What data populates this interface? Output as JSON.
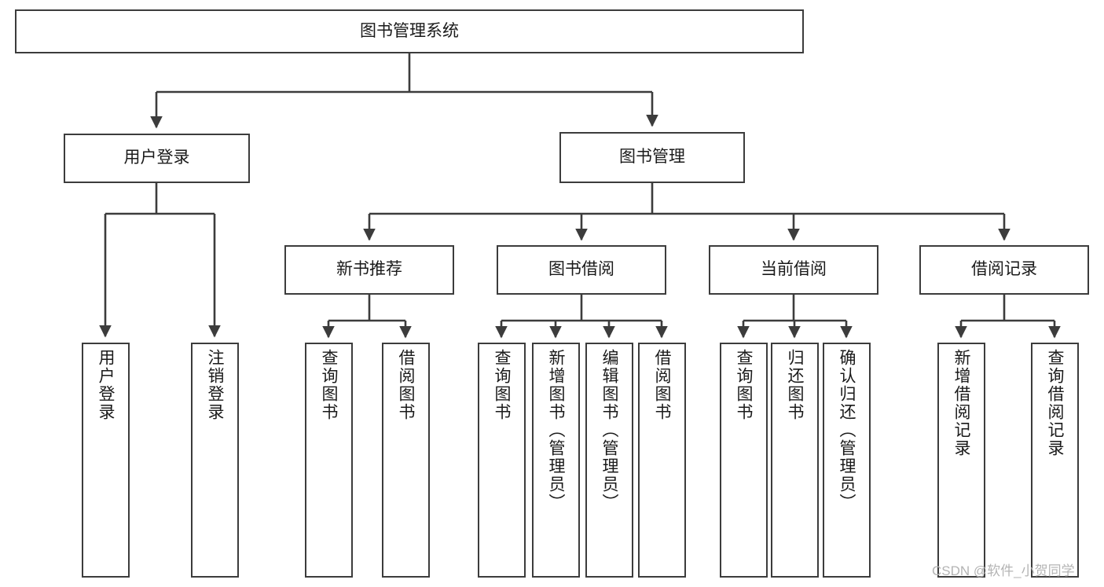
{
  "diagram": {
    "type": "tree-hierarchy",
    "root": {
      "id": "root",
      "label": "图书管理系统"
    },
    "level1": [
      {
        "id": "l1-user-login",
        "label": "用户登录"
      },
      {
        "id": "l1-book-manage",
        "label": "图书管理"
      }
    ],
    "level2": [
      {
        "id": "l2-new-book",
        "label": "新书推荐",
        "parent": "l1-book-manage"
      },
      {
        "id": "l2-borrow",
        "label": "图书借阅",
        "parent": "l1-book-manage"
      },
      {
        "id": "l2-current",
        "label": "当前借阅",
        "parent": "l1-book-manage"
      },
      {
        "id": "l2-record",
        "label": "借阅记录",
        "parent": "l1-book-manage"
      }
    ],
    "leaves": [
      {
        "id": "leaf-1",
        "label": "用户登录",
        "parent": "l1-user-login"
      },
      {
        "id": "leaf-2",
        "label": "注销登录",
        "parent": "l1-user-login"
      },
      {
        "id": "leaf-3",
        "label": "查询图书",
        "parent": "l2-new-book"
      },
      {
        "id": "leaf-4",
        "label": "借阅图书",
        "parent": "l2-new-book"
      },
      {
        "id": "leaf-5",
        "label": "查询图书",
        "parent": "l2-borrow"
      },
      {
        "id": "leaf-6",
        "label": "新增图书（管理员）",
        "parent": "l2-borrow"
      },
      {
        "id": "leaf-7",
        "label": "编辑图书（管理员）",
        "parent": "l2-borrow"
      },
      {
        "id": "leaf-8",
        "label": "借阅图书",
        "parent": "l2-borrow"
      },
      {
        "id": "leaf-9",
        "label": "查询图书",
        "parent": "l2-current"
      },
      {
        "id": "leaf-10",
        "label": "归还图书",
        "parent": "l2-current"
      },
      {
        "id": "leaf-11",
        "label": "确认归还（管理员）",
        "parent": "l2-current"
      },
      {
        "id": "leaf-12",
        "label": "新增借阅记录",
        "parent": "l2-record"
      },
      {
        "id": "leaf-13",
        "label": "查询借阅记录",
        "parent": "l2-record"
      }
    ],
    "watermark": "CSDN @软件_小贺同学",
    "colors": {
      "border": "#3c3c3c",
      "background": "#ffffff",
      "text": "#1a1a1a",
      "watermark": "#b4b4b4"
    }
  }
}
